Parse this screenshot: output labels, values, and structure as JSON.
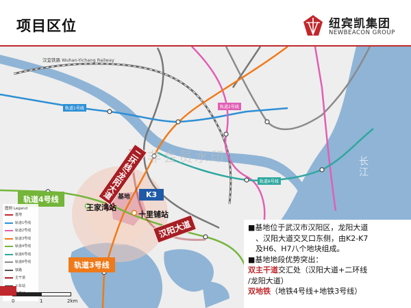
{
  "header": {
    "title": "项目区位",
    "logo_cn": "纽宾凯集团",
    "logo_en": "NEWBEACON GROUP",
    "accent_color": "#c0282d"
  },
  "map": {
    "railway_label": "汉宜铁路  Wuhan-Yichang Railway",
    "watermark": "非会员水印",
    "river_label": "长江",
    "tags": {
      "huanxian": "二环线/龙阳大道",
      "hanyang": "汉阳大道",
      "k3": "K3",
      "line4": "轨道4号线",
      "line3": "轨道3号线"
    },
    "places": {
      "wangjiawan": "王家湾站",
      "shilipu": "十里铺站",
      "site": "基地"
    },
    "metro_labels": {
      "line1": "轨道1号线",
      "line2": "轨道2号线",
      "line6": "轨道6号线"
    },
    "line_colors": {
      "line1": "#2d8fd5",
      "line2": "#e05fb4",
      "line3": "#ef7a1a",
      "line4": "#74b53a",
      "line6": "#2fa8a0",
      "line8": "#8a8a8a",
      "ring": "#a61e23"
    }
  },
  "legend": {
    "title": "图例 Legend",
    "items": [
      {
        "label": "基地",
        "color": "#c0282d"
      },
      {
        "label": "轨道1号线",
        "color": "#2d8fd5"
      },
      {
        "label": "轨道2号线",
        "color": "#e05fb4"
      },
      {
        "label": "轨道3号线",
        "color": "#ef7a1a"
      },
      {
        "label": "轨道4号线",
        "color": "#74b53a"
      },
      {
        "label": "轨道6号线",
        "color": "#2fa8a0"
      },
      {
        "label": "轨道8号线",
        "color": "#8a8a8a"
      },
      {
        "label": "铁路",
        "color": "#555555"
      },
      {
        "label": "主干道",
        "color": "#a61e23"
      },
      {
        "label": "火车站",
        "color": "#333333"
      },
      {
        "label": "换乘站",
        "color": "#666666"
      }
    ]
  },
  "scale": {
    "ticks": [
      "0",
      "1",
      "2km"
    ]
  },
  "info": {
    "line1": "■基地位于武汉市汉阳区，龙阳大道",
    "line2": "、汉阳大道交叉口东侧，由K2-K7",
    "line3": "及H6、H7八个地块组成。",
    "line4": "■基地地段优势突出：",
    "line5_em": "双主干道",
    "line5_rest": "交汇处（汉阳大道+二环线",
    "line6": "/龙阳大道）",
    "line7_em": "双地铁",
    "line7_rest": "（地铁4号线+地铁3号线）"
  }
}
